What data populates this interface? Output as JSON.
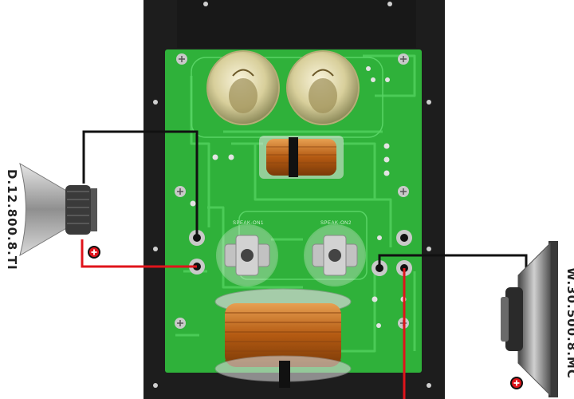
{
  "labels": {
    "tweeter": "D.12.800.8.TI",
    "woofer": "W.30.500.8.MC",
    "silk_left": "SPEAK-ON1",
    "silk_right": "SPEAK-ON2"
  },
  "colors": {
    "panel": "#1d1d1d",
    "pcb": "#2fb13a",
    "trace": "#48c653",
    "wire_black": "#111111",
    "wire_red": "#e0141b",
    "copper": "#c86a1c"
  },
  "icons": {
    "plus": "⊕"
  }
}
